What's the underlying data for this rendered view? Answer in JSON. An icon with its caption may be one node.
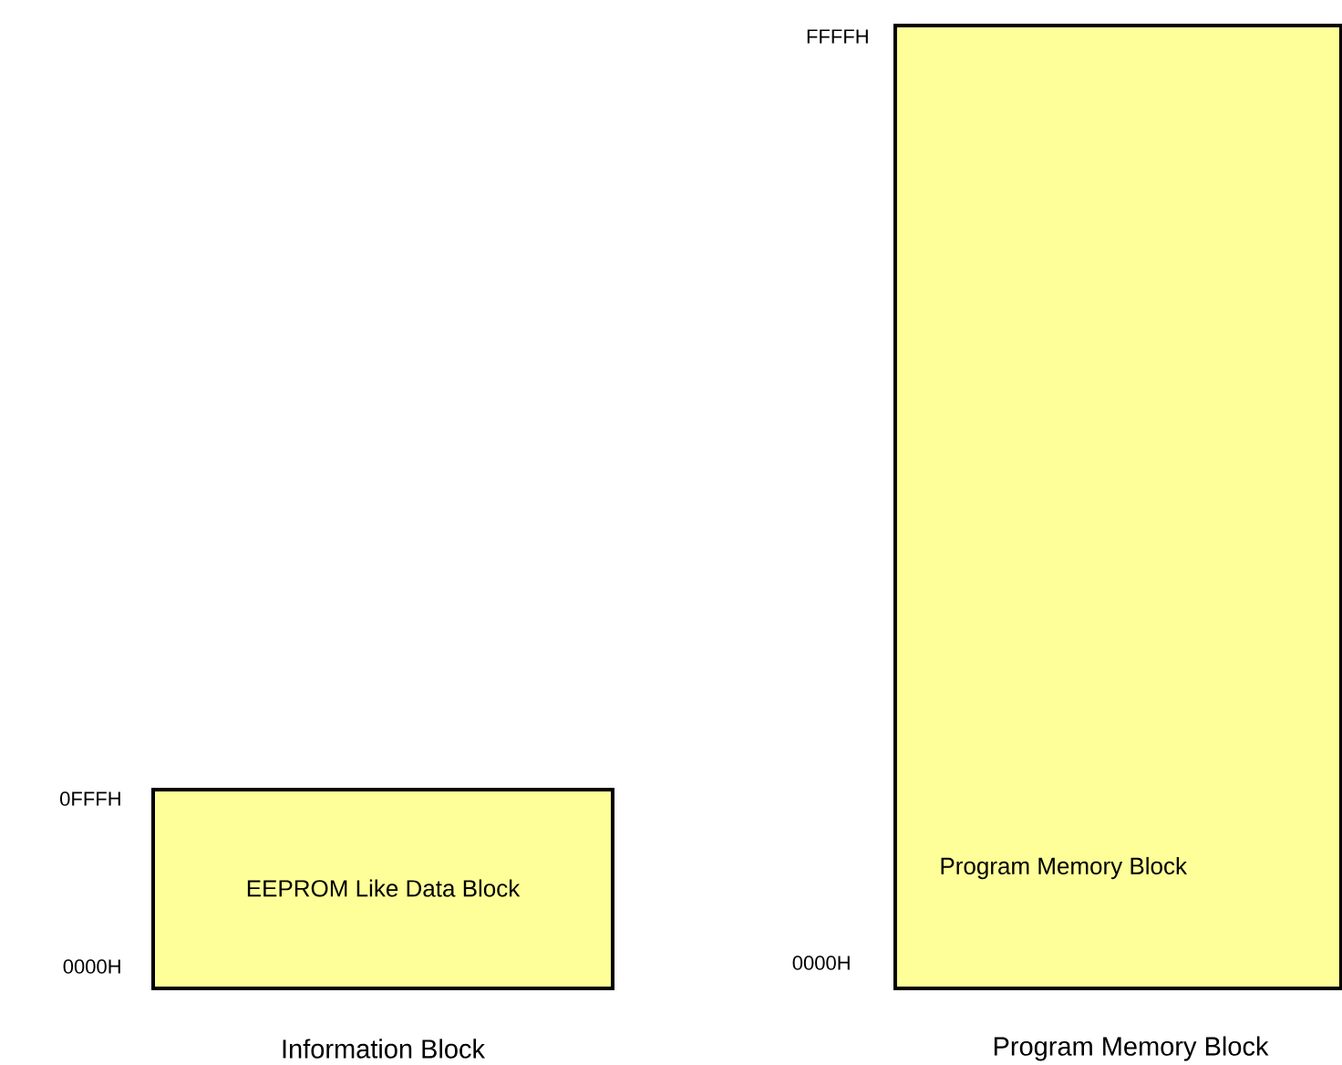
{
  "diagram": {
    "nodes": [
      {
        "text": [
          "EEPROM Like Data Block"
        ],
        "beside": [
          "0FFFH",
          "0000H",
          "Information Block"
        ]
      },
      {
        "text": [
          "Program Memory Block"
        ],
        "beside": [
          "FFFFH",
          "0000H",
          "Program Memory Block"
        ]
      }
    ]
  }
}
